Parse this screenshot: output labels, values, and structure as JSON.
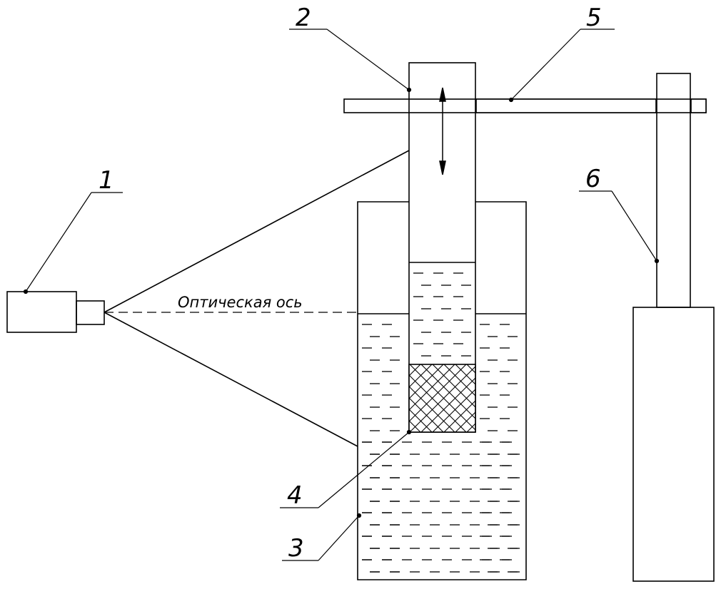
{
  "diagram": {
    "labels": {
      "camera": "1",
      "tube": "2",
      "vessel": "3",
      "sample": "4",
      "rod": "5",
      "stand": "6"
    },
    "optical_axis_label": "Оптическая ось"
  }
}
